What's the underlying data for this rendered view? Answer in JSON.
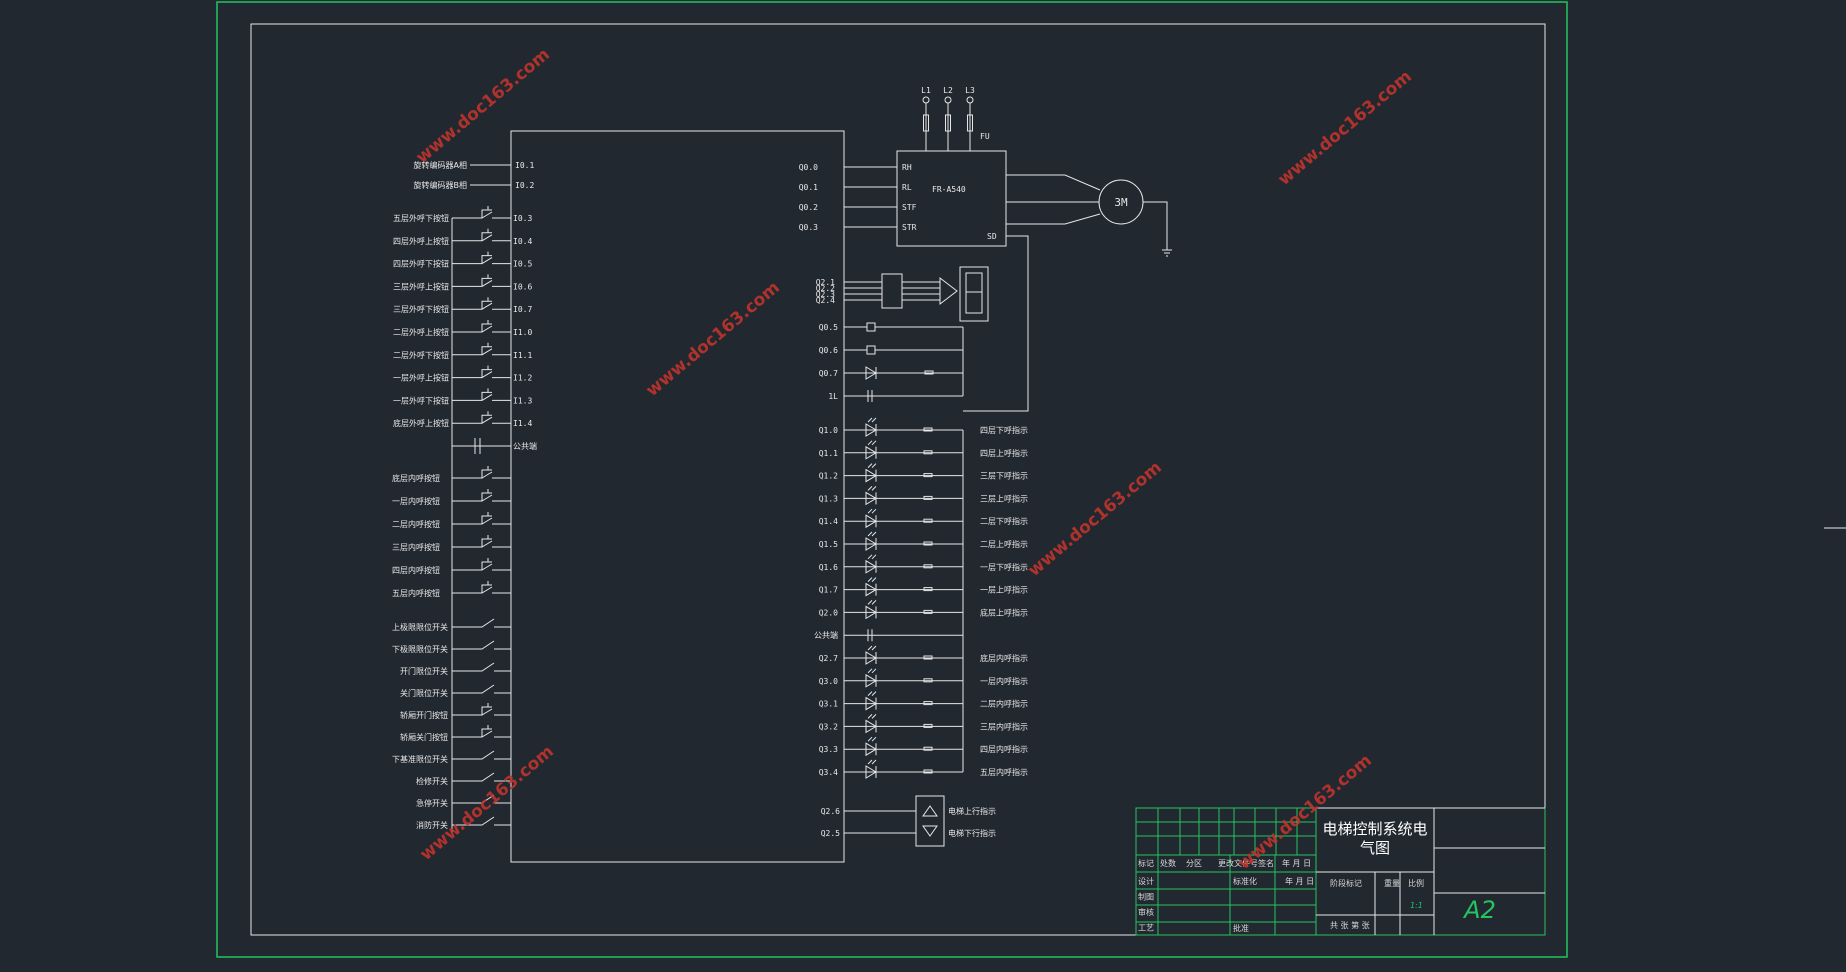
{
  "left_inputs_a": [
    {
      "label": "旋转编码器A相",
      "pin": "I0.1"
    },
    {
      "label": "旋转编码器B相",
      "pin": "I0.2"
    }
  ],
  "left_inputs_b": [
    {
      "label": "五层外呼下按钮",
      "pin": "I0.3"
    },
    {
      "label": "四层外呼上按钮",
      "pin": "I0.4"
    },
    {
      "label": "四层外呼下按钮",
      "pin": "I0.5"
    },
    {
      "label": "三层外呼上按钮",
      "pin": "I0.6"
    },
    {
      "label": "三层外呼下按钮",
      "pin": "I0.7"
    },
    {
      "label": "二层外呼上按钮",
      "pin": "I1.0"
    },
    {
      "label": "二层外呼下按钮",
      "pin": "I1.1"
    },
    {
      "label": "一层外呼上按钮",
      "pin": "I1.2"
    },
    {
      "label": "一层外呼下按钮",
      "pin": "I1.3"
    },
    {
      "label": "底层外呼上按钮",
      "pin": "I1.4"
    }
  ],
  "left_common": "公共端",
  "left_inputs_c": [
    "底层内呼按钮",
    "一层内呼按钮",
    "二层内呼按钮",
    "三层内呼按钮",
    "四层内呼按钮",
    "五层内呼按钮"
  ],
  "left_inputs_d": [
    "上极限限位开关",
    "下极限限位开关",
    "开门限位开关",
    "关门限位开关",
    "轿厢开门按钮",
    "轿厢关门按钮",
    "下基准限位开关",
    "检修开关",
    "急停开关",
    "消防开关"
  ],
  "inverter": {
    "outputs": [
      "Q0.0",
      "Q0.1",
      "Q0.2",
      "Q0.3"
    ],
    "terminals": [
      "RH",
      "RL",
      "STF",
      "STR"
    ],
    "model": "FR-A540",
    "sd": "SD",
    "supply": [
      "L1",
      "L2",
      "L3"
    ],
    "fuse": "FU",
    "motor": "3M"
  },
  "display_pins": [
    "Q2.1",
    "Q2.2",
    "Q2.3",
    "Q2.4"
  ],
  "aux_outputs": [
    "Q0.5",
    "Q0.6",
    "Q0.7",
    "1L"
  ],
  "right_outputs": [
    {
      "pin": "Q1.0",
      "label": "四层下呼指示"
    },
    {
      "pin": "Q1.1",
      "label": "四层上呼指示"
    },
    {
      "pin": "Q1.2",
      "label": "三层下呼指示"
    },
    {
      "pin": "Q1.3",
      "label": "三层上呼指示"
    },
    {
      "pin": "Q1.4",
      "label": "二层下呼指示"
    },
    {
      "pin": "Q1.5",
      "label": "二层上呼指示"
    },
    {
      "pin": "Q1.6",
      "label": "一层下呼指示"
    },
    {
      "pin": "Q1.7",
      "label": "一层上呼指示"
    },
    {
      "pin": "Q2.0",
      "label": "底层上呼指示"
    },
    {
      "pin": "公共端",
      "label": ""
    },
    {
      "pin": "Q2.7",
      "label": "底层内呼指示"
    },
    {
      "pin": "Q3.0",
      "label": "一层内呼指示"
    },
    {
      "pin": "Q3.1",
      "label": "二层内呼指示"
    },
    {
      "pin": "Q3.2",
      "label": "三层内呼指示"
    },
    {
      "pin": "Q3.3",
      "label": "四层内呼指示"
    },
    {
      "pin": "Q3.4",
      "label": "五层内呼指示"
    }
  ],
  "direction_outputs": [
    {
      "pin": "Q2.6",
      "label": "电梯上行指示"
    },
    {
      "pin": "Q2.5",
      "label": "电梯下行指示"
    }
  ],
  "title_block": {
    "title_line1": "电梯控制系统电",
    "title_line2": "气图",
    "row_labels": [
      "标记",
      "处数",
      "分区",
      "更改文件号",
      "签名",
      "年 月 日"
    ],
    "left_col": [
      "设计",
      "制图",
      "审核",
      "工艺"
    ],
    "std": "标准化",
    "ymd": "年 月 日",
    "approve": "批准",
    "stage": "阶段标记",
    "weight": "重量",
    "scale": "比例",
    "scale_value": "1:1",
    "sheet": "共   张   第   张",
    "size": "A2"
  },
  "watermark": "www.doc163.com",
  "colors": {
    "background": "#222830",
    "line": "#e6e6e6",
    "frame": "#22c55e",
    "watermark": "#c0342c",
    "titleblock": "#22c55e"
  }
}
